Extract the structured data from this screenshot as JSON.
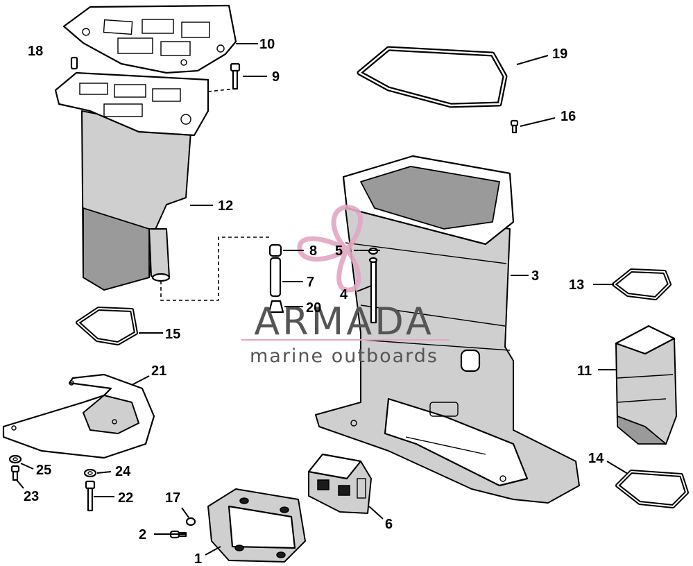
{
  "callouts": {
    "c1": "1",
    "c2": "2",
    "c3": "3",
    "c4": "4",
    "c5": "5",
    "c6": "6",
    "c7": "7",
    "c8": "8",
    "c9": "9",
    "c10": "10",
    "c11": "11",
    "c12": "12",
    "c13": "13",
    "c14": "14",
    "c15": "15",
    "c16": "16",
    "c17": "17",
    "c18": "18",
    "c19": "19",
    "c20": "20",
    "c21": "21",
    "c22": "22",
    "c23": "23",
    "c24": "24",
    "c25": "25"
  },
  "watermark": {
    "brand": "ARMADA",
    "tagline": "marine outboards",
    "accent_color": "#e3a6c4",
    "text_color": "#555555"
  }
}
